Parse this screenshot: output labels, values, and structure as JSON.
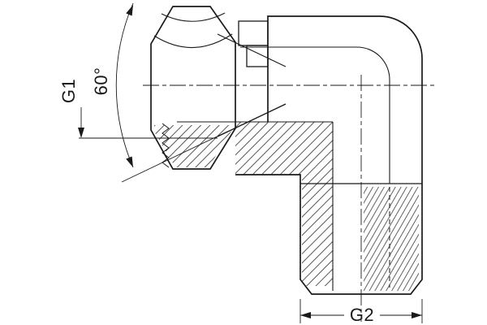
{
  "drawing": {
    "labels": {
      "female_thread": "G1",
      "cone_angle": "60°",
      "male_thread": "G2"
    },
    "colors": {
      "line": "#1a1a1a",
      "background": "#ffffff"
    }
  }
}
